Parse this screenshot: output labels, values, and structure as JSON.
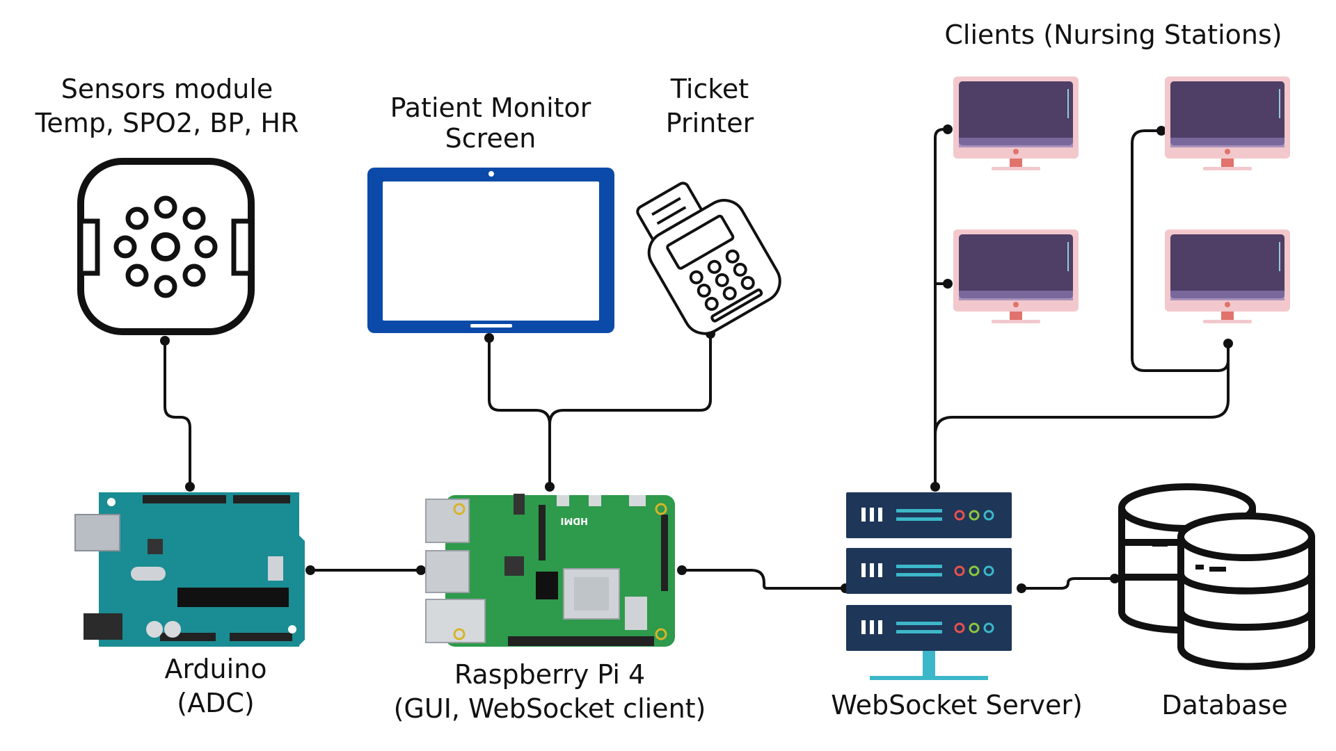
{
  "nodes": {
    "sensors": {
      "line1": "Sensors module",
      "line2": "Temp, SPO2, BP, HR",
      "icon": "sensor-pad-icon"
    },
    "monitor": {
      "line1": "Patient Monitor",
      "line2": "Screen",
      "icon": "tablet-icon"
    },
    "printer": {
      "line1": "Ticket",
      "line2": "Printer",
      "icon": "receipt-printer-icon"
    },
    "clients": {
      "label": "Clients (Nursing Stations)",
      "icon": "desktop-monitor-icon",
      "count": 4
    },
    "arduino": {
      "line1": "Arduino",
      "line2": "(ADC)",
      "icon": "arduino-board-icon"
    },
    "raspberry": {
      "line1": "Raspberry Pi 4",
      "line2": "(GUI, WebSocket client)",
      "icon": "raspberry-pi-board-icon",
      "hdmi_text": "HDMI"
    },
    "server": {
      "label": "WebSocket Server)",
      "icon": "server-rack-icon"
    },
    "database": {
      "label": "Database",
      "icon": "database-icon"
    }
  },
  "edges": [
    [
      "sensors",
      "arduino"
    ],
    [
      "monitor",
      "raspberry"
    ],
    [
      "printer",
      "raspberry"
    ],
    [
      "arduino",
      "raspberry"
    ],
    [
      "raspberry",
      "server"
    ],
    [
      "server",
      "database"
    ],
    [
      "server",
      "clients"
    ]
  ],
  "colors": {
    "line": "#111111",
    "tablet_frame": "#0b4aa8",
    "client_screen": "#4f3e66",
    "client_bezel": "#f2c8cc",
    "client_stand": "#e0736b",
    "server_body": "#1e3658",
    "server_stand": "#3cb7c9",
    "arduino_board": "#1a8c93",
    "rpi_board": "#2e9a4b"
  }
}
